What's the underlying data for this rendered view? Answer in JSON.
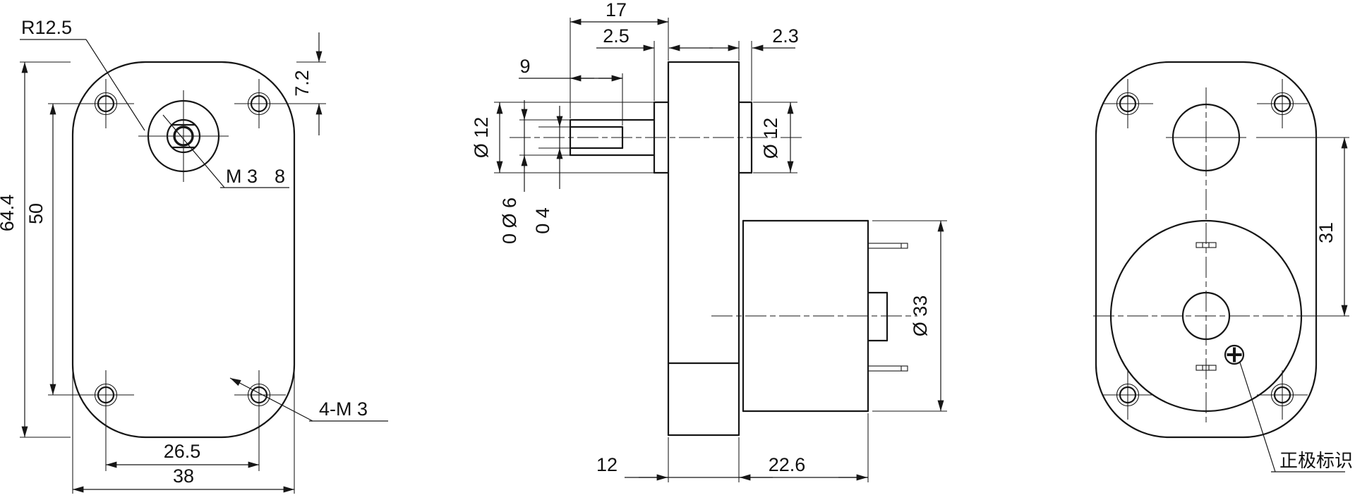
{
  "views": {
    "front": {
      "corner_radius": "R12.5",
      "top_hole_offset": "7.2",
      "body_height": "64.4",
      "hole_pitch_vertical": "50",
      "shaft_tap_label": "M 3",
      "shaft_tap_depth": "8",
      "mount_holes_label": "4-M 3",
      "hole_pitch_horizontal": "26.5",
      "body_width": "38"
    },
    "side": {
      "shaft_length": "17",
      "front_boss_length": "2.5",
      "shaft_flat_length": "9",
      "rear_boss_length": "2.3",
      "front_boss_dia": "Ø 12",
      "shaft_dia": "0 Ø 6",
      "shaft_flat_width": "0 4",
      "rear_boss_dia": "Ø 12",
      "motor_dia": "Ø 33",
      "gearbox_depth": "12",
      "motor_length": "22.6"
    },
    "rear": {
      "shaft_to_motor_center": "31",
      "polarity_label": "正极标识"
    }
  },
  "colors": {
    "line": "#161616",
    "background": "#ffffff"
  }
}
